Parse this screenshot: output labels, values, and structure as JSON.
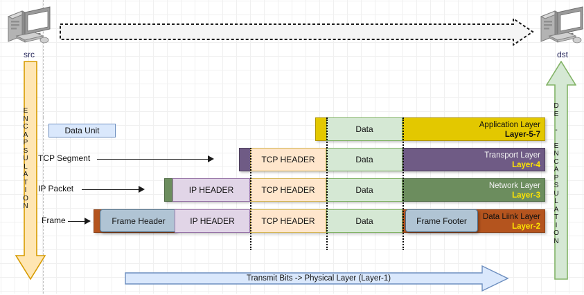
{
  "hosts": {
    "src_label": "src",
    "dst_label": "dst"
  },
  "flow": {
    "encapsulation_label": "ENCAPSULATION",
    "deencapsulation_label": "DE - ENCAPSULATION",
    "encapsulation_color": "#ffe6b3",
    "encapsulation_border": "#d79b00",
    "deencapsulation_color": "#d5e8d4",
    "deencapsulation_border": "#82b366"
  },
  "side_labels": {
    "data_unit": "Data Unit",
    "tcp_segment": "TCP Segment",
    "ip_packet": "IP Packet",
    "frame": "Frame"
  },
  "layers": [
    {
      "id": "application",
      "name": "Application Layer",
      "number": "Layer-5-7",
      "bar_color": "#e3c800",
      "bar_border": "#b09500",
      "segments": [
        {
          "name": "data",
          "label": "Data",
          "fill": "#d5e8d4",
          "border": "#82b366"
        }
      ]
    },
    {
      "id": "transport",
      "name": "Transport Layer",
      "number": "Layer-4",
      "bar_color": "#6f5b85",
      "bar_border": "#4d3f5c",
      "segments": [
        {
          "name": "tcp-header",
          "label": "TCP HEADER",
          "fill": "#ffe6cc",
          "border": "#d6b656"
        },
        {
          "name": "data",
          "label": "Data",
          "fill": "#d5e8d4",
          "border": "#82b366"
        }
      ]
    },
    {
      "id": "network",
      "name": "Network Layer",
      "number": "Layer-3",
      "bar_color": "#6c8d5e",
      "bar_border": "#4f6b45",
      "segments": [
        {
          "name": "ip-header",
          "label": "IP HEADER",
          "fill": "#e1d5e7",
          "border": "#9673a6"
        },
        {
          "name": "tcp-header",
          "label": "TCP HEADER",
          "fill": "#ffe6cc",
          "border": "#d6b656"
        },
        {
          "name": "data",
          "label": "Data",
          "fill": "#d5e8d4",
          "border": "#82b366"
        }
      ]
    },
    {
      "id": "datalink",
      "name": "Data Liink Layer",
      "number": "Layer-2",
      "bar_color": "#b4541e",
      "bar_border": "#8a3f15",
      "segments": [
        {
          "name": "frame-header",
          "label": "Frame Header",
          "fill": "#b0c4d4",
          "border": "#4d6c86"
        },
        {
          "name": "ip-header",
          "label": "IP HEADER",
          "fill": "#e1d5e7",
          "border": "#9673a6"
        },
        {
          "name": "tcp-header",
          "label": "TCP HEADER",
          "fill": "#ffe6cc",
          "border": "#d6b656"
        },
        {
          "name": "data",
          "label": "Data",
          "fill": "#d5e8d4",
          "border": "#82b366"
        },
        {
          "name": "frame-footer",
          "label": "Frame Footer",
          "fill": "#b0c4d4",
          "border": "#4d6c86"
        }
      ]
    }
  ],
  "transmit": {
    "label": "Transmit Bits -> Physical Layer (Layer-1)",
    "fill": "#dae8fc",
    "border": "#6c8ebf"
  }
}
